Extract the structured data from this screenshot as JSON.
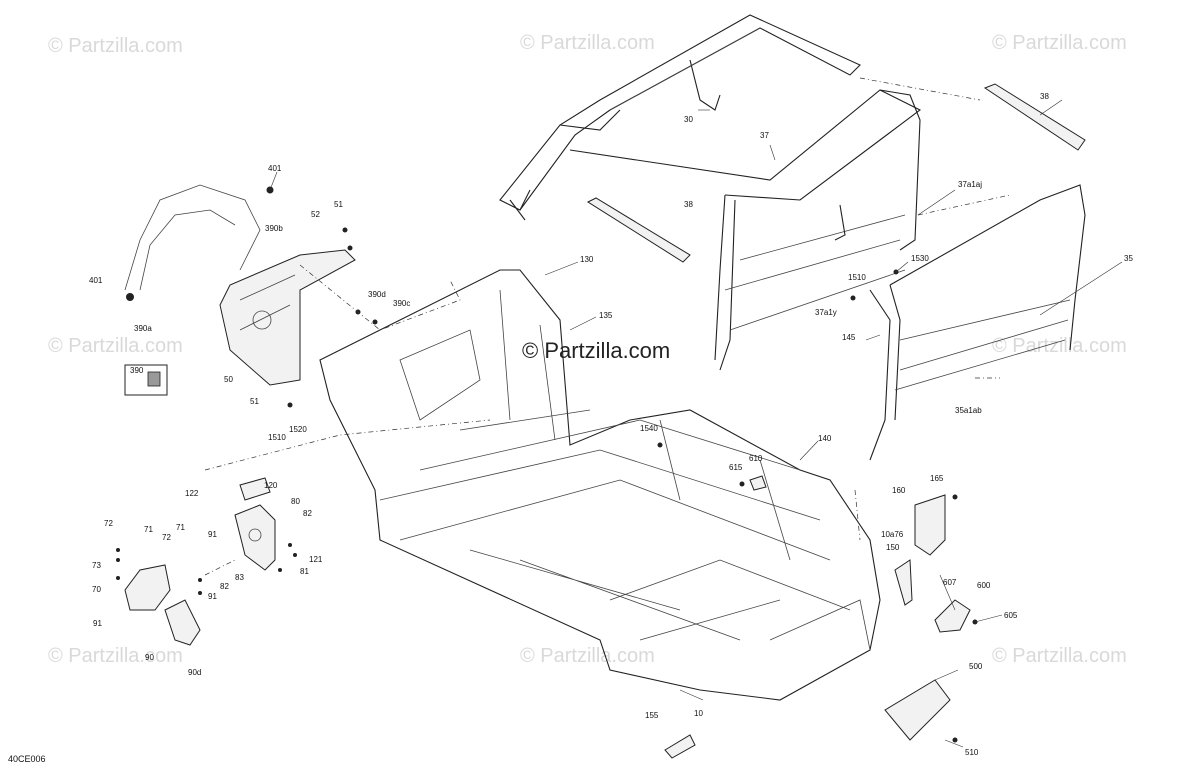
{
  "watermarks": [
    "© Partzilla.com",
    "© Partzilla.com",
    "© Partzilla.com",
    "© Partzilla.com",
    "© Partzilla.com",
    "© Partzilla.com",
    "© Partzilla.com",
    "© Partzilla.com"
  ],
  "center_watermark": "© Partzilla.com",
  "diagram_code": "40CE006",
  "callouts": [
    "30",
    "37",
    "38",
    "38",
    "37a1aj",
    "35",
    "1530",
    "1510",
    "37a1y",
    "145",
    "35a1ab",
    "130",
    "135",
    "401",
    "52",
    "51",
    "390b",
    "390d",
    "390c",
    "401",
    "390a",
    "390",
    "50",
    "51",
    "1510",
    "1520",
    "1540",
    "140",
    "610",
    "615",
    "165",
    "160",
    "10a76",
    "150",
    "607",
    "600",
    "605",
    "500",
    "510",
    "155",
    "10",
    "122",
    "120",
    "80",
    "82",
    "121",
    "81",
    "72",
    "71",
    "71",
    "72",
    "91",
    "73",
    "83",
    "82",
    "91",
    "70",
    "91",
    "90",
    "90d"
  ]
}
